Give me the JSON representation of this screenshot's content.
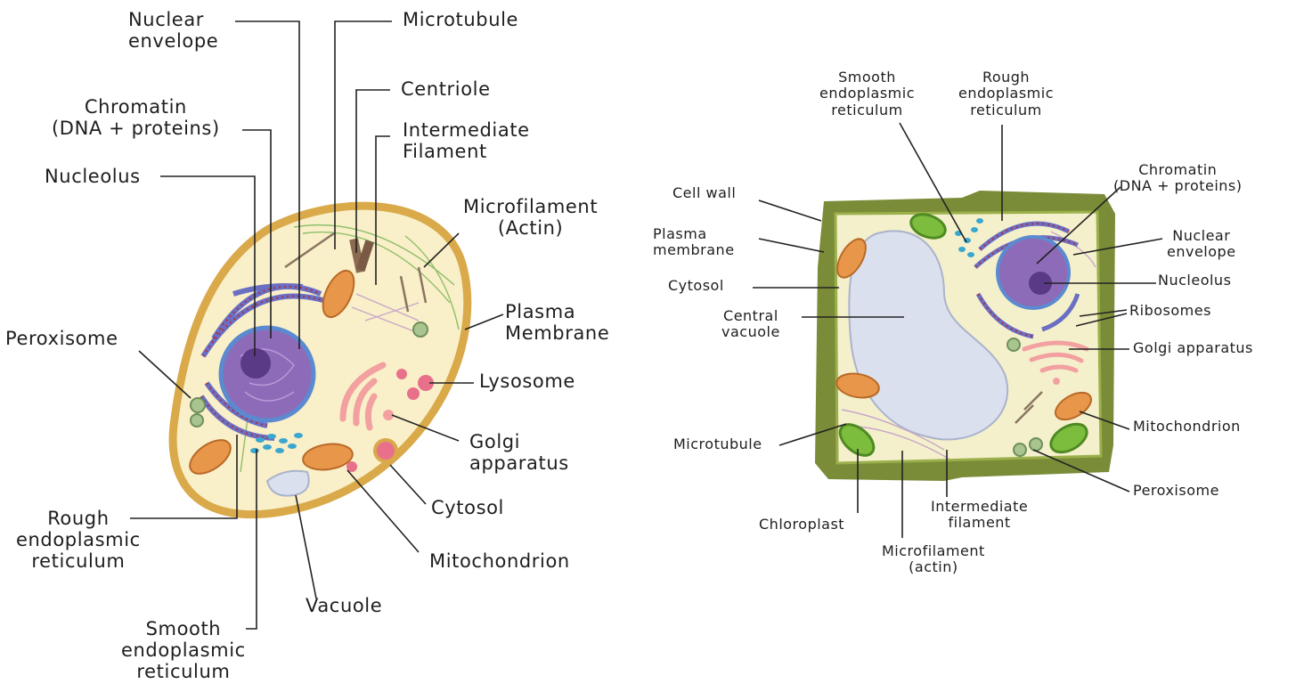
{
  "animal_cell": {
    "labels": {
      "nuclear_envelope": "Nuclear\nenvelope",
      "microtubule": "Microtubule",
      "centriole": "Centriole",
      "chromatin": "Chromatin\n(DNA + proteins)",
      "intermediate_filament": "Intermediate\nFilament",
      "nucleolus": "Nucleolus",
      "microfilament": "Microfilament\n(Actin)",
      "plasma_membrane": "Plasma\nMembrane",
      "peroxisome": "Peroxisome",
      "lysosome": "Lysosome",
      "golgi": "Golgi\napparatus",
      "cytosol": "Cytosol",
      "rough_er": "Rough\nendoplasmic\nreticulum",
      "mitochondrion": "Mitochondrion",
      "vacuole": "Vacuole",
      "smooth_er": "Smooth\nendoplasmic\nreticulum"
    }
  },
  "plant_cell": {
    "labels": {
      "smooth_er": "Smooth\nendoplasmic\nreticulum",
      "rough_er": "Rough\nendoplasmic\nreticulum",
      "chromatin": "Chromatin\n(DNA + proteins)",
      "cell_wall": "Cell wall",
      "plasma_membrane": "Plasma\nmembrane",
      "nuclear_envelope": "Nuclear\nenvelope",
      "cytosol": "Cytosol",
      "nucleolus": "Nucleolus",
      "central_vacuole": "Central\nvacuole",
      "ribosomes": "Ribosomes",
      "golgi": "Golgi apparatus",
      "mitochondrion": "Mitochondrion",
      "microtubule": "Microtubule",
      "peroxisome": "Peroxisome",
      "chloroplast": "Chloroplast",
      "intermediate_filament": "Intermediate\nfilament",
      "microfilament": "Microfilament\n(actin)"
    }
  },
  "colors": {
    "membrane": "#d9a94a",
    "cytoplasm": "#f9efc8",
    "nucleus": "#8e6bb8",
    "nucleolus": "#5a3a86",
    "rough_er": "#6a6fc4",
    "ribosome": "#b0303a",
    "smooth_er": "#3aa7cf",
    "golgi": "#f2a0a0",
    "mitochondrion": "#e8964a",
    "lysosome": "#e8708a",
    "peroxisome": "#a9c48e",
    "vacuole": "#dbe0ee",
    "cell_wall": "#7a8c38",
    "chloroplast": "#7cbd3e"
  }
}
